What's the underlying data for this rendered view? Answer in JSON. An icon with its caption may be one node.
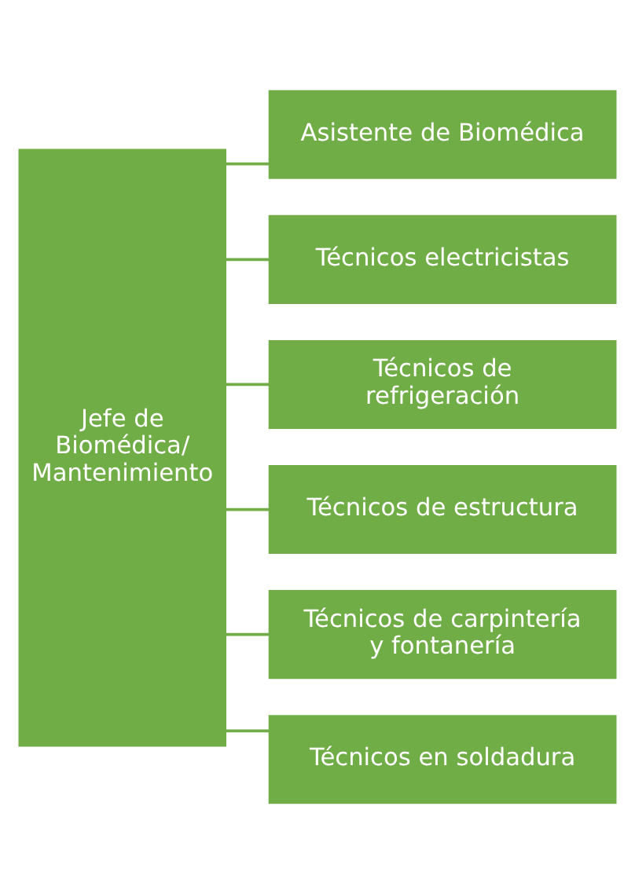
{
  "diagram": {
    "nodes": [
      {
        "text": [
          "Jefe de Biomédica/ Mantenimiento"
        ]
      },
      {
        "text": [
          "Asistente de Biomédica"
        ]
      },
      {
        "text": [
          "Técnicos electricistas"
        ]
      },
      {
        "text": [
          "Técnicos de refrigeración"
        ]
      },
      {
        "text": [
          "Técnicos de estructura"
        ]
      },
      {
        "text": [
          "Técnicos de carpintería y fontanería"
        ]
      },
      {
        "text": [
          "Técnicos en soldadura"
        ]
      }
    ],
    "edges": [
      {
        "from": 0,
        "to": 1,
        "arrow": "none"
      },
      {
        "from": 0,
        "to": 2,
        "arrow": "none"
      },
      {
        "from": 0,
        "to": 3,
        "arrow": "none"
      },
      {
        "from": 0,
        "to": 4,
        "arrow": "none"
      },
      {
        "from": 0,
        "to": 5,
        "arrow": "none"
      },
      {
        "from": 0,
        "to": 6,
        "arrow": "none"
      }
    ]
  }
}
